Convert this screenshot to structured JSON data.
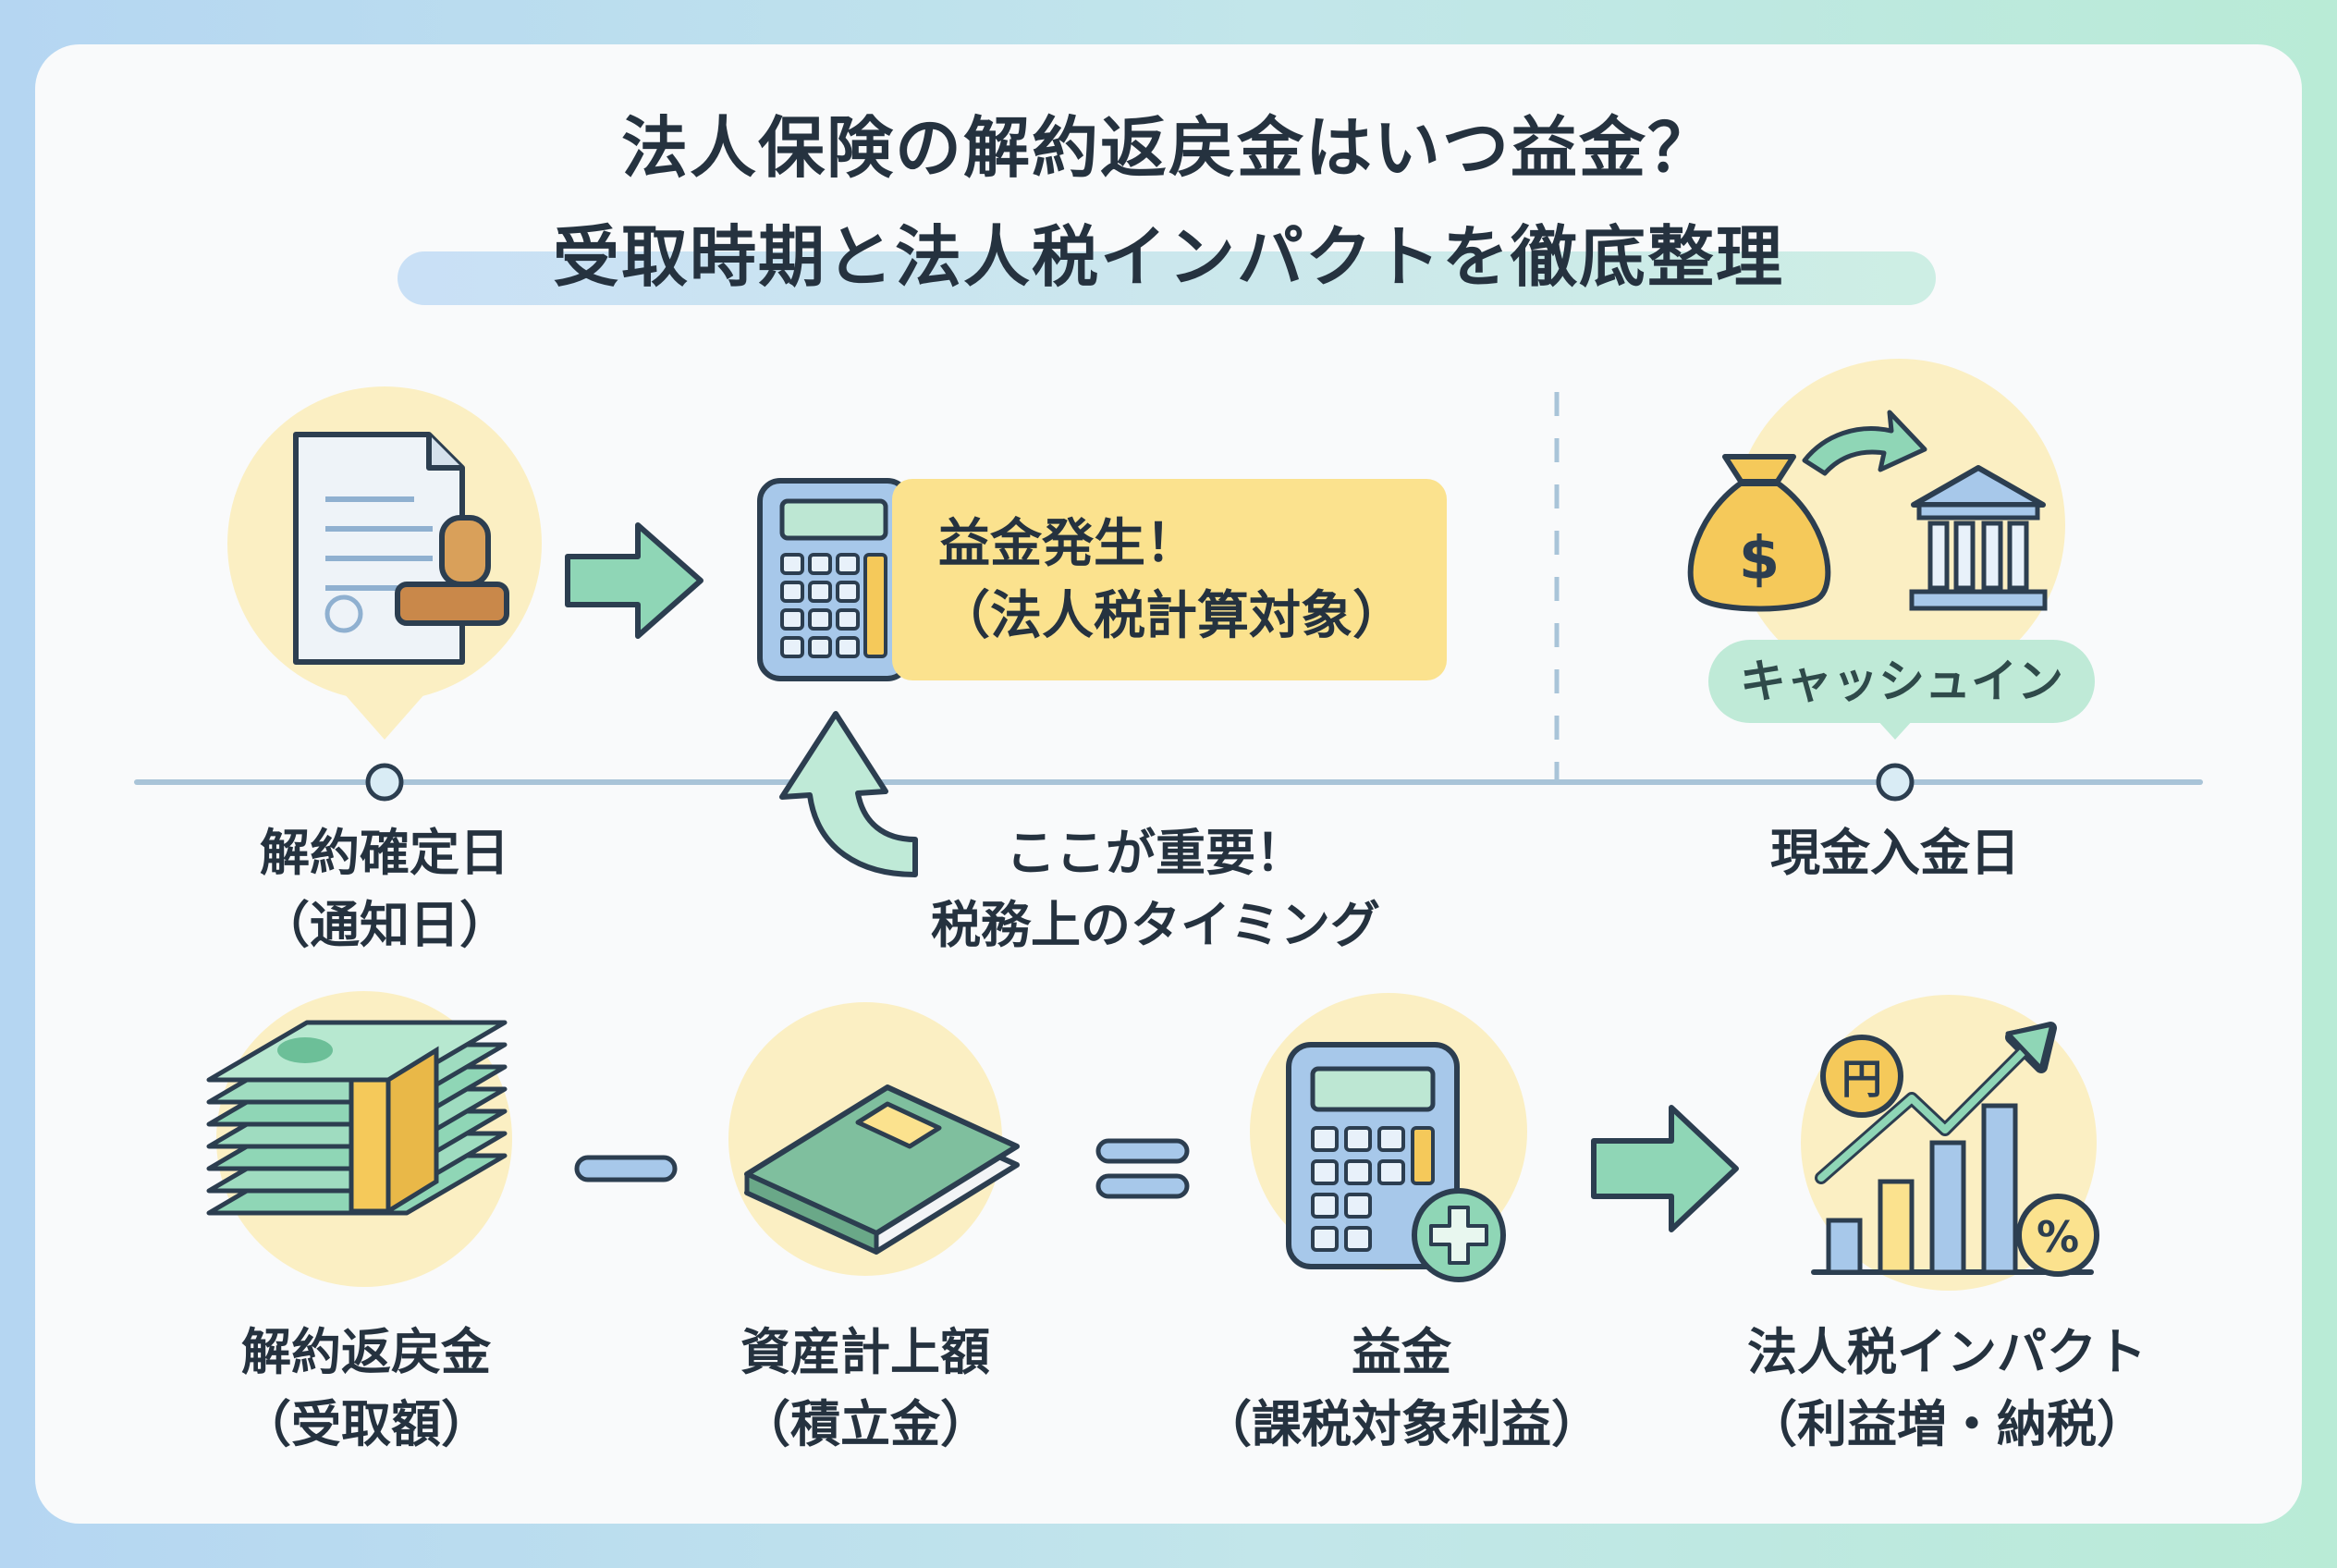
{
  "title": {
    "line1": "法人保険の解約返戻金はいつ益金？",
    "line2": "受取時期と法人税インパクトを徹底整理"
  },
  "timeline": {
    "contract_date_label": [
      "解約確定日",
      "（通知日）"
    ],
    "profit_box": [
      "益金発生！",
      "（法人税計算対象）"
    ],
    "note": [
      "ここが重要！",
      "税務上のタイミング"
    ],
    "cash_in_badge": "キャッシュイン",
    "cash_date_label": "現金入金日",
    "dollar_symbol": "$"
  },
  "formula": {
    "refund": [
      "解約返戻金",
      "（受取額）"
    ],
    "asset": [
      "資産計上額",
      "（積立金）"
    ],
    "profit": [
      "益金",
      "（課税対象利益）"
    ],
    "impact": [
      "法人税インパクト",
      "（利益増・納税）"
    ],
    "yen_symbol": "円",
    "percent_symbol": "%"
  },
  "colors": {
    "accent_green": "#8fd6b6",
    "accent_yellow": "#fbe28e",
    "accent_blue": "#a7c8ea",
    "outline": "#2c3e50"
  },
  "icons": [
    "document-stamp-icon",
    "calculator-icon",
    "money-bag-icon",
    "bank-icon",
    "cash-stack-icon",
    "ledger-book-icon",
    "calculator-plus-icon",
    "growth-chart-icon",
    "arrow-right-icon",
    "curved-up-arrow-icon"
  ]
}
